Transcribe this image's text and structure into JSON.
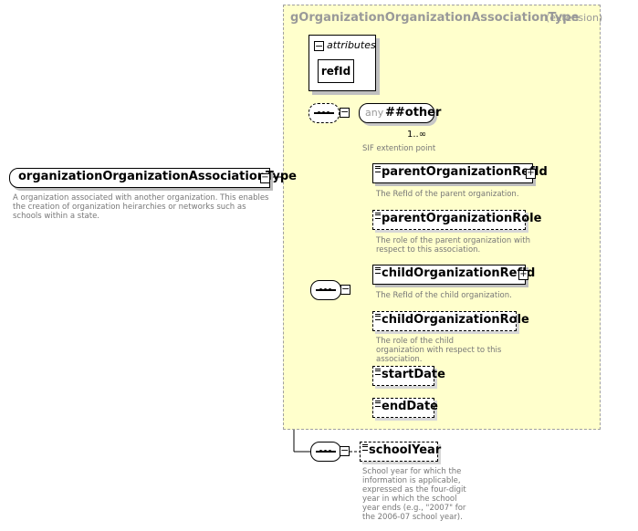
{
  "extension": {
    "title": "gOrganizationOrganizationAssociationType",
    "kind": "(extension)"
  },
  "attributes": {
    "label": "attributes",
    "items": [
      "refId"
    ]
  },
  "root": {
    "name": "organizationOrganizationAssociationType",
    "description": "A organization associated with another organization. This enables the creation of organization heirarchies or networks such as schools within a state."
  },
  "any": {
    "prefix": "any",
    "name": "##other",
    "cardinality": "1..∞",
    "description": "SIF extention point"
  },
  "elements": [
    {
      "name": "parentOrganizationRefId",
      "description": "The RefId of the parent organization."
    },
    {
      "name": "parentOrganizationRole",
      "description": "The role of the parent organization with respect to this association."
    },
    {
      "name": "childOrganizationRefId",
      "description": "The RefId of the child organization."
    },
    {
      "name": "childOrganizationRole",
      "description": "The role of the child organization with respect to this association."
    },
    {
      "name": "startDate",
      "description": ""
    },
    {
      "name": "endDate",
      "description": ""
    }
  ],
  "schoolYear": {
    "name": "schoolYear",
    "description": "School year for which the information is applicable, expressed as the four-digit year in which the school year ends (e.g., \"2007\" for the 2006-07 school year)."
  }
}
